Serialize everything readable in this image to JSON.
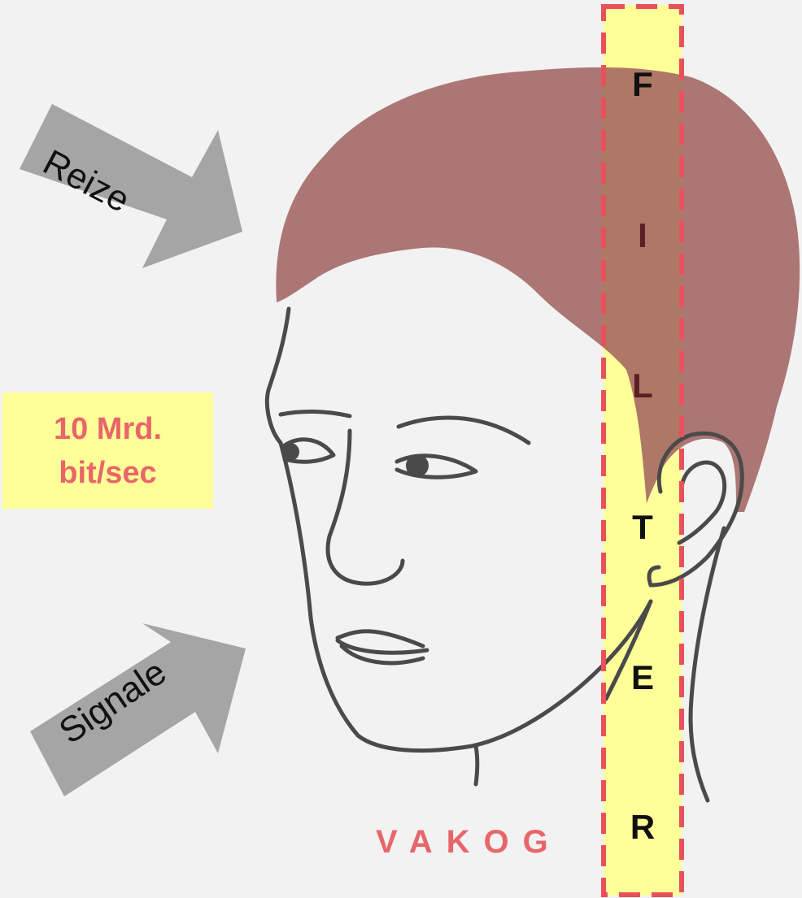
{
  "arrows": {
    "top_label": "Reize",
    "bottom_label": "Signale"
  },
  "rate_box": {
    "line1": "10 Mrd.",
    "line2": "bit/sec"
  },
  "senses_label": "VAKOG",
  "filter": {
    "letters": [
      "F",
      "I",
      "L",
      "T",
      "E",
      "R"
    ]
  },
  "colors": {
    "background": "#f2f2f2",
    "arrow": "#a5a5a5",
    "highlight": "#ffff99",
    "accent_red": "#e8666a",
    "hair": "#a0605e",
    "sketch_line": "#4a4a4a"
  }
}
